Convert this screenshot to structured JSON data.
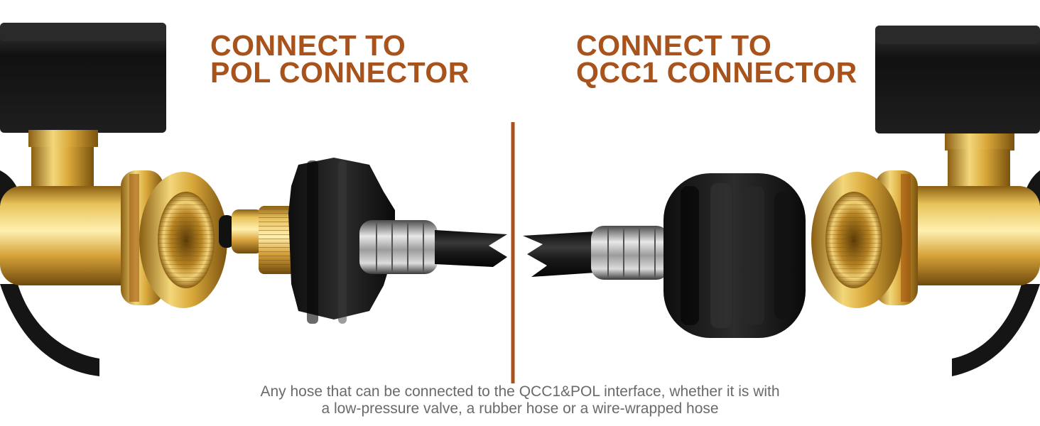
{
  "left_heading": {
    "line1": "CONNECT TO",
    "line2": "POL CONNECTOR"
  },
  "right_heading": {
    "line1": "CONNECT TO",
    "line2": "QCC1 CONNECTOR"
  },
  "caption": {
    "line1": "Any hose that can be connected to the QCC1&POL interface, whether it is with",
    "line2": "a low-pressure valve, a rubber hose or a wire-wrapped hose"
  },
  "colors": {
    "heading": "#a8521c",
    "divider": "#a8521c",
    "caption": "#6a6a6a",
    "brass": "#d9a83a",
    "rubber": "#1c1c1c"
  }
}
